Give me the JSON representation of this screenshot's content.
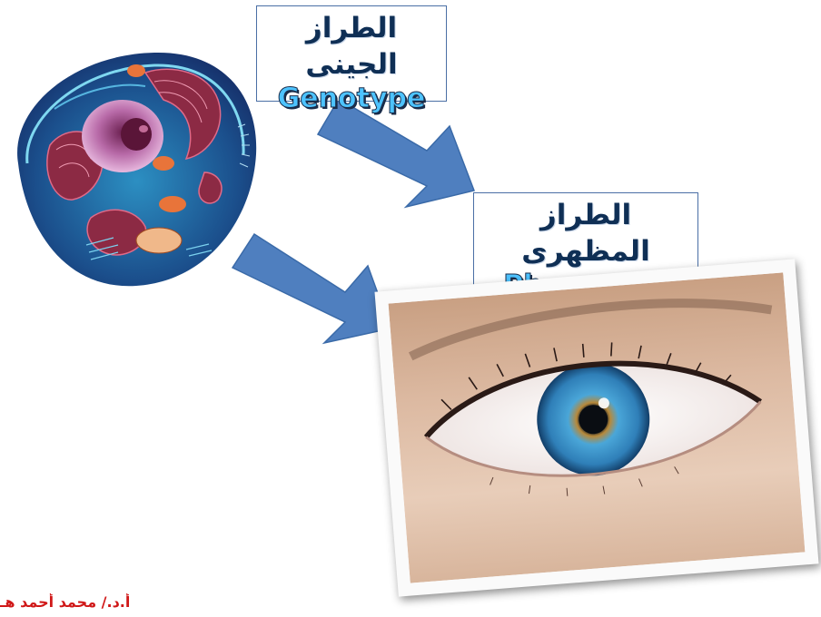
{
  "genotype": {
    "arabic": "الطراز الجينى",
    "english": "Genotype"
  },
  "phenotype": {
    "arabic": "الطراز المظهرى",
    "english": "Phenotype"
  },
  "author": "أ.د./ محمد أحمد هـ",
  "colors": {
    "arrow": "#4f7fbf",
    "box_border": "#4a6fa5",
    "author_text": "#d01818"
  }
}
